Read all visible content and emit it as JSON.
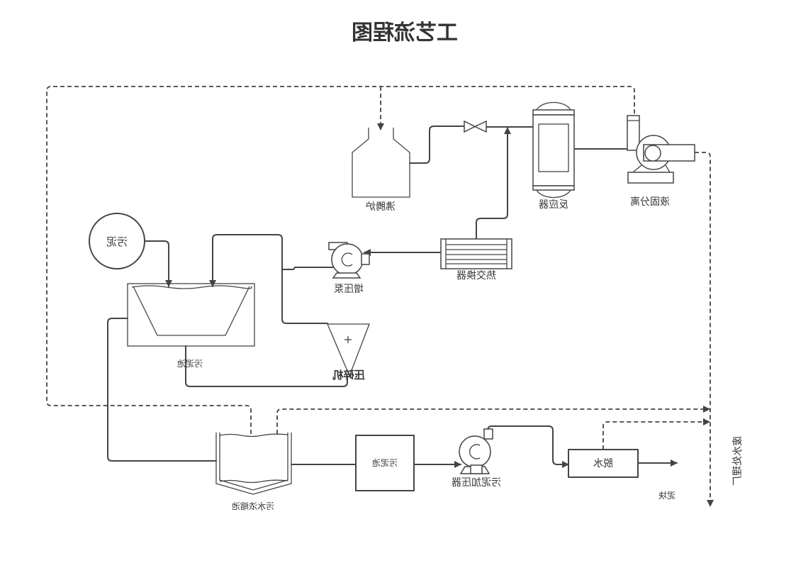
{
  "title": "工艺流程图",
  "colors": {
    "line": "#444444",
    "text": "#333333",
    "background": "#ffffff"
  },
  "labels": {
    "fluidized_furnace": "沸腾炉",
    "reactor": "反应器",
    "separator": "液固分离",
    "sludge_source": "污泥",
    "booster_pump": "增压泵",
    "heat_exchanger": "热交换器",
    "sludge_tank": "污泥池",
    "crusher": "压碎机",
    "concentration_tank": "污水浓缩池",
    "sludge_pool": "污泥池",
    "sludge_pressurizer": "污泥加压器",
    "dewatering": "脱水",
    "sludge_cake": "泥块",
    "wastewater_plant": "废水处理厂"
  }
}
